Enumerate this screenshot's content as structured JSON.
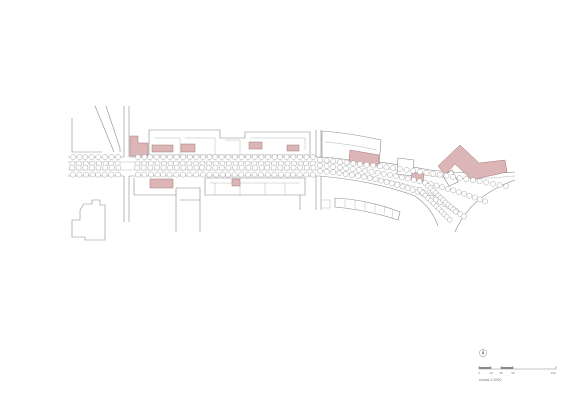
{
  "colors": {
    "highlight": "#dcb6b6",
    "line": "#8a8a8a",
    "tree_stroke": "#9a9a9a",
    "background": "#ffffff"
  },
  "icons": {
    "north_arrow": "north-arrow-icon"
  },
  "scale_bar": {
    "ticks": [
      "0",
      "10",
      "25",
      "50",
      "100"
    ],
    "caption": "schaal 1:2000"
  }
}
